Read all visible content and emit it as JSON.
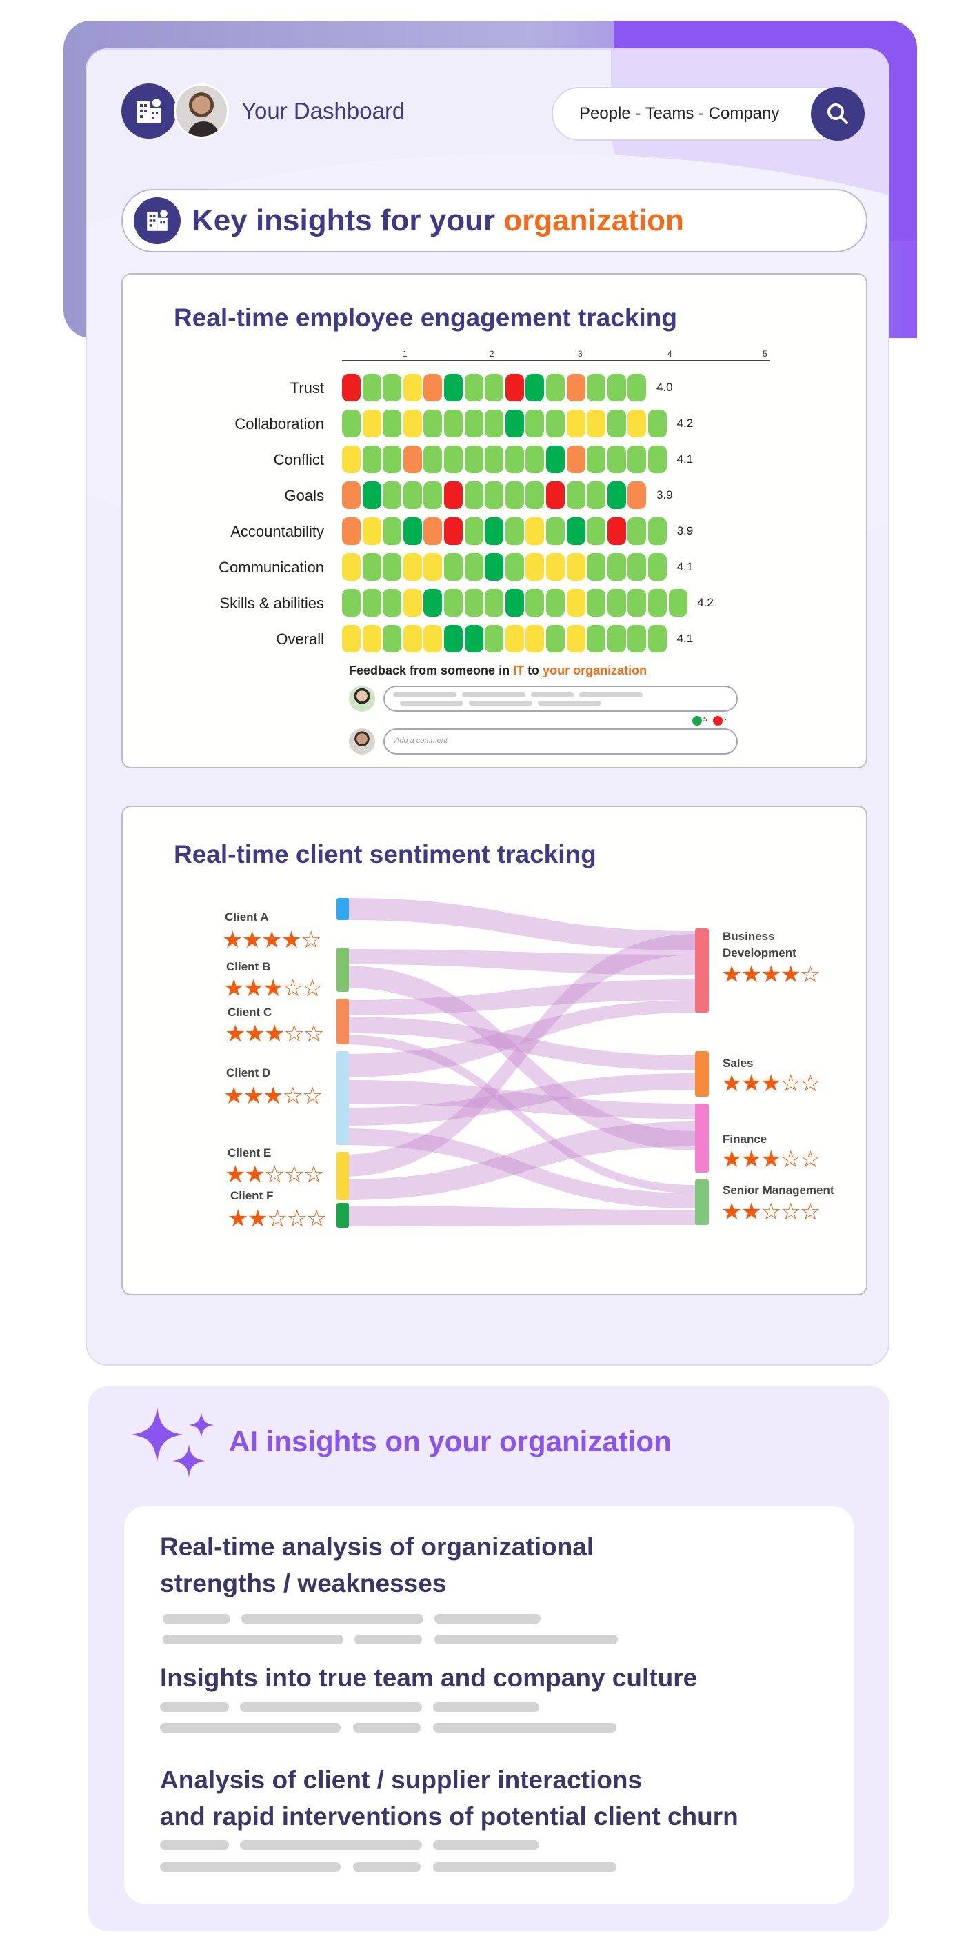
{
  "header": {
    "title": "Your Dashboard",
    "search_text": "People - Teams - Company"
  },
  "key_insights": {
    "title_prefix": "Key insights for your ",
    "title_accent": "organization"
  },
  "engagement": {
    "title": "Real-time employee engagement tracking",
    "scale_ticks": [
      "1",
      "2",
      "3",
      "4",
      "5"
    ],
    "colors": {
      "R": "#ef1d1d",
      "O": "#f88a4b",
      "Y": "#fbdf3d",
      "L": "#7fd15a",
      "G": "#00b050"
    },
    "rows": [
      {
        "label": "Trust",
        "value": "4.0",
        "cells": [
          "R",
          "L",
          "L",
          "Y",
          "O",
          "G",
          "L",
          "L",
          "R",
          "G",
          "L",
          "O",
          "L",
          "L",
          "L"
        ]
      },
      {
        "label": "Collaboration",
        "value": "4.2",
        "cells": [
          "L",
          "Y",
          "L",
          "Y",
          "L",
          "L",
          "L",
          "L",
          "G",
          "L",
          "L",
          "Y",
          "Y",
          "L",
          "Y",
          "L"
        ]
      },
      {
        "label": "Conflict",
        "value": "4.1",
        "cells": [
          "Y",
          "L",
          "L",
          "O",
          "L",
          "L",
          "L",
          "L",
          "L",
          "L",
          "G",
          "O",
          "L",
          "L",
          "L",
          "L"
        ]
      },
      {
        "label": "Goals",
        "value": "3.9",
        "cells": [
          "O",
          "G",
          "L",
          "L",
          "L",
          "R",
          "L",
          "L",
          "L",
          "L",
          "R",
          "L",
          "L",
          "G",
          "O"
        ]
      },
      {
        "label": "Accountability",
        "value": "3.9",
        "cells": [
          "O",
          "Y",
          "L",
          "G",
          "O",
          "R",
          "L",
          "G",
          "L",
          "Y",
          "L",
          "G",
          "L",
          "R",
          "L",
          "L"
        ]
      },
      {
        "label": "Communication",
        "value": "4.1",
        "cells": [
          "Y",
          "L",
          "L",
          "Y",
          "Y",
          "L",
          "L",
          "G",
          "L",
          "Y",
          "Y",
          "Y",
          "L",
          "L",
          "L",
          "L"
        ]
      },
      {
        "label": "Skills & abilities",
        "value": "4.2",
        "cells": [
          "L",
          "L",
          "L",
          "Y",
          "G",
          "L",
          "L",
          "L",
          "G",
          "L",
          "L",
          "Y",
          "L",
          "L",
          "L",
          "L",
          "L"
        ]
      },
      {
        "label": "Overall",
        "value": "4.1",
        "cells": [
          "Y",
          "Y",
          "L",
          "Y",
          "Y",
          "G",
          "G",
          "L",
          "Y",
          "Y",
          "L",
          "Y",
          "L",
          "L",
          "L",
          "L"
        ]
      }
    ],
    "feedback": {
      "prefix": "Feedback from someone in ",
      "dept": "IT",
      "middle": " to ",
      "target": "your organization",
      "comment_placeholder": "Add a comment",
      "reaction_counts": [
        "5",
        "2"
      ]
    }
  },
  "sentiment": {
    "title": "Real-time client sentiment tracking",
    "clients": [
      {
        "name": "Client A",
        "rating": 4,
        "color": "#31a8f0"
      },
      {
        "name": "Client B",
        "rating": 3,
        "color": "#7fc46a"
      },
      {
        "name": "Client C",
        "rating": 3,
        "color": "#f78b55"
      },
      {
        "name": "Client D",
        "rating": 3,
        "color": "#b7e0f5"
      },
      {
        "name": "Client E",
        "rating": 2,
        "color": "#fbd73a"
      },
      {
        "name": "Client F",
        "rating": 2,
        "color": "#19a54a"
      }
    ],
    "departments": [
      {
        "name_lines": [
          "Business",
          "Development"
        ],
        "rating": 4,
        "color": "#f66f7d"
      },
      {
        "name_lines": [
          "Sales"
        ],
        "rating": 3,
        "color": "#f88a3c"
      },
      {
        "name_lines": [
          "Finance"
        ],
        "rating": 3,
        "color": "#f47fcf"
      },
      {
        "name_lines": [
          "Senior Management"
        ],
        "rating": 2,
        "color": "#80c77c"
      }
    ],
    "flow_color": "#c58bcf"
  },
  "ai": {
    "title": "AI insights on your organization",
    "items": [
      {
        "lines": [
          "Real-time analysis of organizational",
          "strengths / weaknesses"
        ]
      },
      {
        "lines": [
          "Insights into true team and company culture"
        ]
      },
      {
        "lines": [
          "Analysis of client / supplier interactions",
          "and rapid interventions of potential client churn"
        ]
      }
    ]
  }
}
